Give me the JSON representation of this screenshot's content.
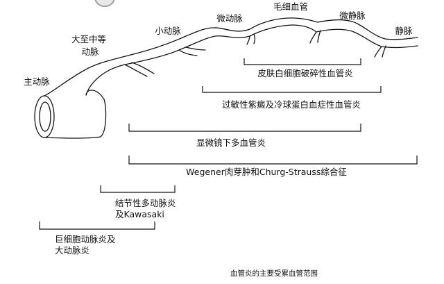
{
  "vessel_labels": {
    "aorta": "主动脉",
    "large_medium_artery_line1": "大至中等",
    "large_medium_artery_line2": "动脉",
    "small_artery": "小动脉",
    "arteriole": "微动脉",
    "capillary": "毛细血管",
    "venule": "微静脉",
    "vein": "静脉"
  },
  "range_labels": {
    "leukocytoclastic": "皮肤白细胞破碎性血管炎",
    "hsp_cryo": "过敏性紫癜及冷球蛋白血症性血管炎",
    "microscopic_pa": "显微镜下多血管炎",
    "wegener_churg": "Wegener肉芽肿和Churg-Strauss综合征",
    "pan_kawasaki_line1": "结节性多动脉炎",
    "pan_kawasaki_line2": "及Kawasaki",
    "giant_cell_line1": "巨细胞动脉炎及",
    "giant_cell_line2": "大动脉炎"
  },
  "caption": "血管炎的主要受累血管范围"
}
